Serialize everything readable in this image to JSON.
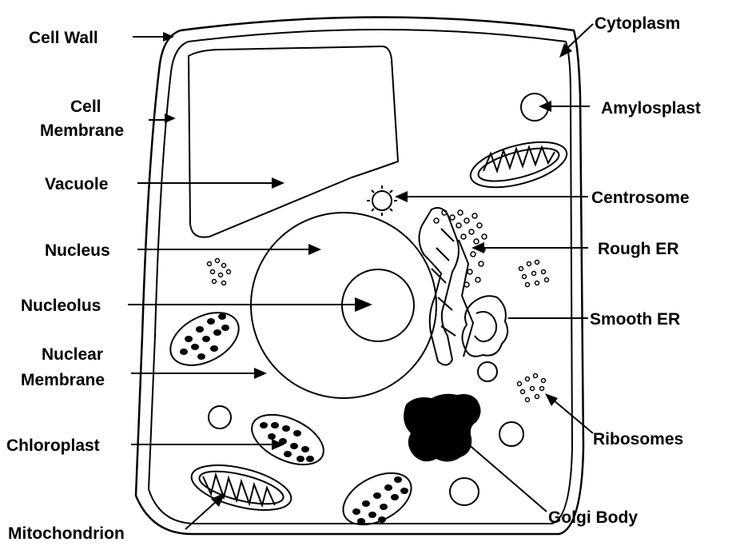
{
  "labels": {
    "cell_wall": "Cell Wall",
    "cell_membrane_1": "Cell",
    "cell_membrane_2": "Membrane",
    "vacuole": "Vacuole",
    "nucleus": "Nucleus",
    "nucleolus": "Nucleolus",
    "nuclear_membrane_1": "Nuclear",
    "nuclear_membrane_2": "Membrane",
    "chloroplast": "Chloroplast",
    "mitochondrion": "Mitochondrion",
    "cytoplasm": "Cytoplasm",
    "amylosplast": "Amylosplast",
    "centrosome": "Centrosome",
    "rough_er": "Rough ER",
    "smooth_er": "Smooth ER",
    "ribosomes": "Ribosomes",
    "golgi_body": "Golgi Body"
  },
  "colors": {
    "ink": "#000000",
    "background": "#ffffff"
  }
}
